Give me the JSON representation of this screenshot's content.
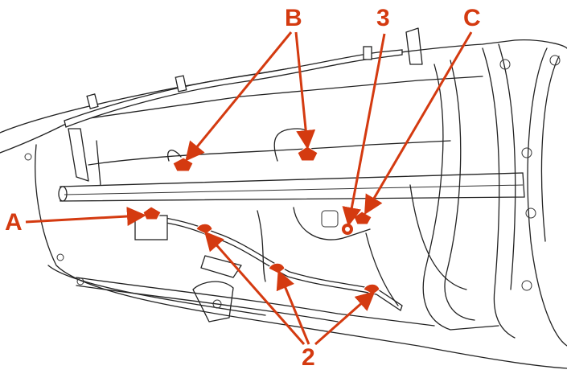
{
  "diagram": {
    "accent_color": "#d43a10",
    "callouts": {
      "a": "A",
      "b": "B",
      "three": "3",
      "c": "C",
      "two": "2"
    }
  }
}
